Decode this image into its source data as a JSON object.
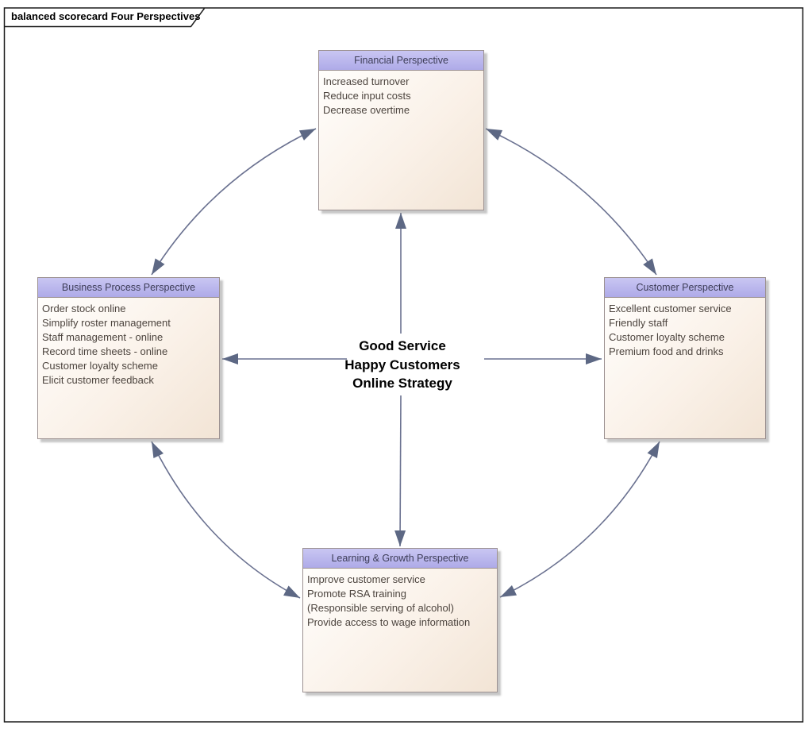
{
  "frame": {
    "tab_title": "balanced scorecard Four Perspectives"
  },
  "center_label": {
    "line1": "Good Service",
    "line2": "Happy Customers",
    "line3": "Online Strategy"
  },
  "nodes": [
    {
      "id": "financial",
      "title": "Financial Perspective",
      "items": [
        "Increased turnover",
        "Reduce input costs",
        "Decrease overtime"
      ]
    },
    {
      "id": "business-process",
      "title": "Business Process Perspective",
      "items": [
        "Order stock online",
        "Simplify roster management",
        "Staff management - online",
        "Record time sheets - online",
        "Customer loyalty scheme",
        "Elicit customer feedback"
      ]
    },
    {
      "id": "customer",
      "title": "Customer Perspective",
      "items": [
        "Excellent customer service",
        "Friendly staff",
        "Customer loyalty scheme",
        "Premium food and drinks"
      ]
    },
    {
      "id": "learning-growth",
      "title": "Learning & Growth Perspective",
      "items": [
        "Improve customer service",
        "Promote RSA training",
        "(Responsible serving of alcohol)",
        "Provide access to wage information"
      ]
    }
  ],
  "connectors": {
    "straight": [
      "center-to-financial",
      "center-to-business-process",
      "center-to-customer",
      "center-to-learning-growth"
    ],
    "curved_bidirectional": [
      "financial-business-process",
      "financial-customer",
      "business-process-learning-growth",
      "customer-learning-growth"
    ]
  },
  "colors": {
    "accent_header_top": "#c9c6f2",
    "accent_header_bottom": "#aeaae8",
    "box_border": "#9c9191",
    "body_bg_light": "#fffefc",
    "body_bg_dark": "#f2e4d5",
    "header_text": "#3d3d57",
    "body_text": "#4c443e",
    "arrow_line": "#6a7190",
    "arrow_head": "#5d6884",
    "frame_border": "#1b1b1b"
  }
}
